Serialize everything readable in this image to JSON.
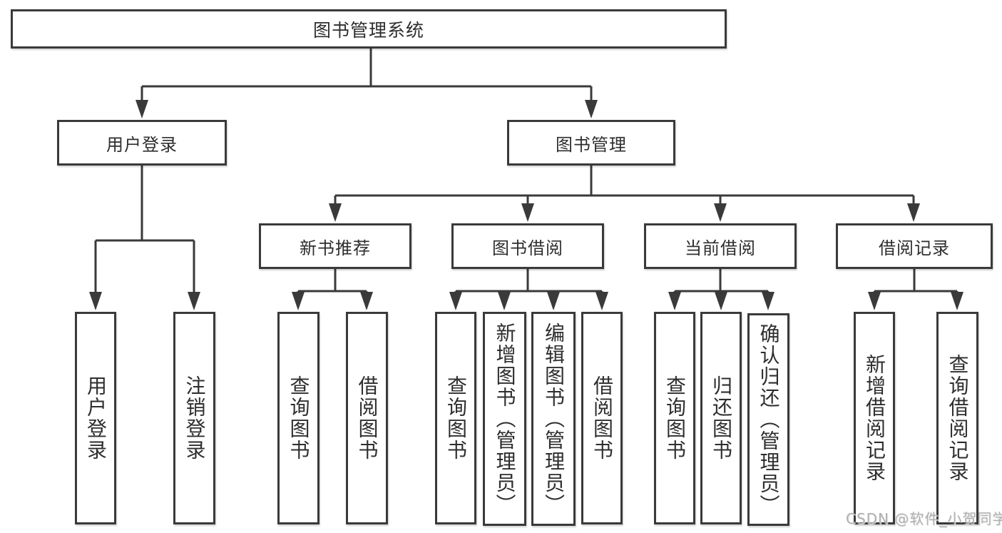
{
  "tree": {
    "root": "图书管理系统",
    "level1": [
      "用户登录",
      "图书管理"
    ],
    "level2": [
      "新书推荐",
      "图书借阅",
      "当前借阅",
      "借阅记录"
    ],
    "leaves": {
      "userLogin": [
        "用户登录",
        "注销登录"
      ],
      "newBooks": [
        "查询图书",
        "借阅图书"
      ],
      "bookBorrow": [
        "查询图书",
        "新增图书（管理员）",
        "编辑图书（管理员）",
        "借阅图书"
      ],
      "currentBorrow": [
        "查询图书",
        "归还图书",
        "确认归还（管理员）"
      ],
      "borrowRecords": [
        "新增借阅记录",
        "查询借阅记录"
      ]
    }
  },
  "watermark": {
    "text": "CSDN @软件_小贺同学"
  },
  "colors": {
    "line": "#3a3a3a",
    "border": "#3a3a3a",
    "text": "#2e2e2e",
    "watermark": "#b0b0b0",
    "background": "#ffffff"
  }
}
